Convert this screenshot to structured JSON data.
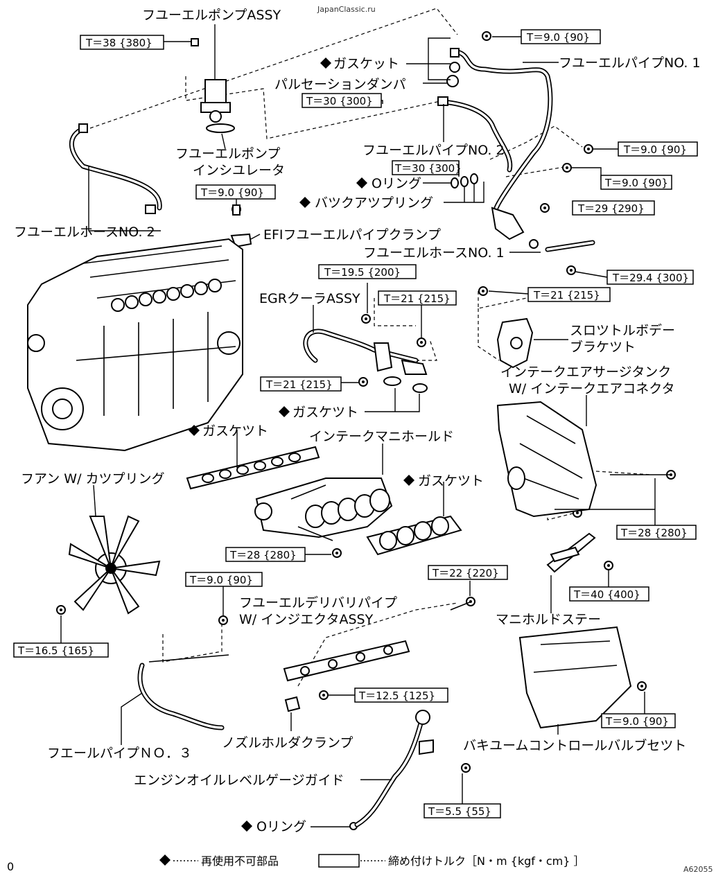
{
  "watermark": "JapanClassic.ru",
  "page_marker": "0",
  "figure_code": "A62055",
  "labels": {
    "fuel_pump_assy": "フユーエルポンプASSY",
    "gasket_top": "ガスケット",
    "pulsation_damper": "パルセーションダンパ",
    "fuel_pipe_no1": "フユーエルパイプNO. 1",
    "fuel_pump_insulator_1": "フユーエルポンプ",
    "fuel_pump_insulator_2": "インシユレータ",
    "fuel_pipe_no2": "フユーエルパイプNO. 2",
    "o_ring_top": "Oリング",
    "backup_ring": "バツクアツプリング",
    "fuel_hose_no2": "フユーエルホースNO. 2",
    "efi_clamp": "EFIフユーエルパイプクランプ",
    "fuel_hose_no1": "フユーエルホースNO. 1",
    "egr_cooler": "EGRクーラASSY",
    "throttle_bracket_1": "スロツトルボデー",
    "throttle_bracket_2": "ブラケツト",
    "surge_tank_1": "インテークエアサージタンク",
    "surge_tank_2": "W/ インテークエアコネクタ",
    "gasket_egr": "ガスケツト",
    "gasket_left": "ガスケツト",
    "intake_manifold": "インテークマニホールド",
    "gasket_right": "ガスケツト",
    "fan_coupling": "フアン W/ カツプリング",
    "delivery_pipe_1": "フユーエルデリバリパイプ",
    "delivery_pipe_2": "W/ インジエクタASSY",
    "manifold_stay": "マニホルドステー",
    "fuel_pipe_no3": "フエールパイプＮＯ．３",
    "nozzle_clamp": "ノズルホルダクランプ",
    "vacuum_valve": "バキユームコントロールバルブセツト",
    "oil_gauge_guide": "エンジンオイルレベルゲージガイド",
    "o_ring_bottom": "Oリング"
  },
  "torques": {
    "t_pump": "T＝38 {380}",
    "t_pipe1_top": "T＝9.0 {90}",
    "t_damper": "T＝30 {300}",
    "t_pipe1_right": "T＝9.0 {90}",
    "t_oring": "T＝30 {300}",
    "t_clamp": "T＝9.0 {90}",
    "t_right2": "T＝9.0 {90}",
    "t_right3": "T＝29 {290}",
    "t_hose1": "T＝29.4 {300}",
    "t_egr_top": "T＝19.5 {200}",
    "t_egr_mid": "T＝21 {215}",
    "t_bracket": "T＝21 {215}",
    "t_egr_left": "T＝21 {215}",
    "t_manifold": "T＝28 {280}",
    "t_surge": "T＝28 {280}",
    "t_stay": "T＝40 {400}",
    "t_delivery": "T＝22 {220}",
    "t_pipe3": "T＝9.0 {90}",
    "t_fan": "T＝16.5 {165}",
    "t_nozzle": "T＝12.5 {125}",
    "t_vacuum": "T＝9.0 {90}",
    "t_gauge": "T＝5.5 {55}"
  },
  "legend": {
    "non_reusable": "再使用不可部品",
    "torque_label": "締め付けトルク［N・m {kgf・cm} ］"
  }
}
